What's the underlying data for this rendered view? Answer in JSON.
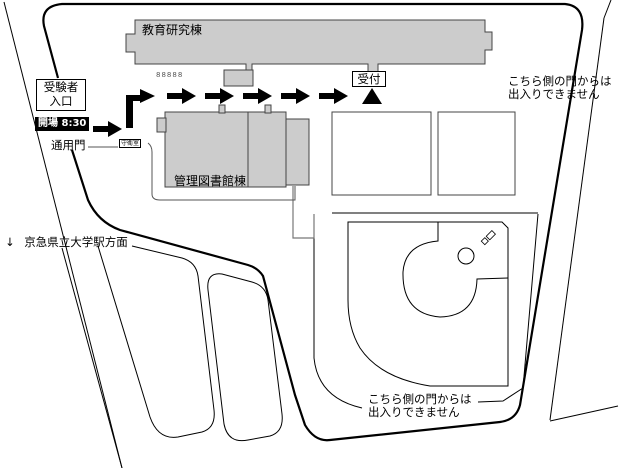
{
  "map": {
    "colors": {
      "building_fill": "#cccccc",
      "building_stroke": "#444444",
      "line": "#000000",
      "arrow": "#000000",
      "label_bg": "#000000",
      "label_text": "#ffffff"
    },
    "buildings": {
      "education_research": "教育研究棟",
      "admin_library": "管理図書館棟",
      "small_marks": "88888"
    },
    "entrance": {
      "title_line1": "受験者",
      "title_line2": "入口",
      "opening_label": "開場",
      "opening_time": "8:30",
      "gate_label": "通用門",
      "guard_room": "守衛室"
    },
    "reception": "受付",
    "notices": {
      "top_right_line1": "こちら側の門からは",
      "top_right_line2": "出入りできません",
      "bottom_line1": "こちら側の門からは",
      "bottom_line2": "出入りできません"
    },
    "station_direction": {
      "arrow_icon": "↓",
      "label": "京急県立大学駅方面"
    }
  }
}
